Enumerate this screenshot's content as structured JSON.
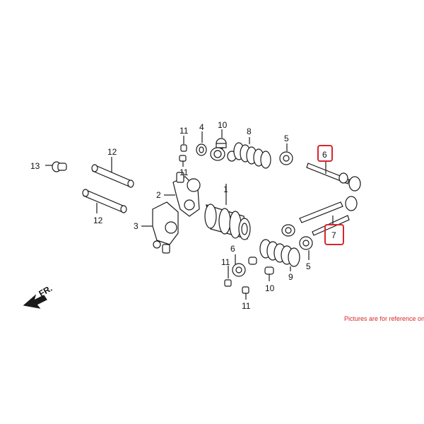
{
  "callouts": {
    "n1": "1",
    "n2": "2",
    "n3": "3",
    "n4": "4",
    "n5": "5",
    "n6": "6",
    "n7": "7",
    "n8": "8",
    "n9": "9",
    "n10": "10",
    "n11": "11",
    "n12": "12",
    "n13": "13"
  },
  "front_label": "FR.",
  "note": "Pictures are for reference only",
  "colors": {
    "highlight": "#d7262e",
    "note": "#d7262e",
    "line": "#1a1a1a"
  }
}
